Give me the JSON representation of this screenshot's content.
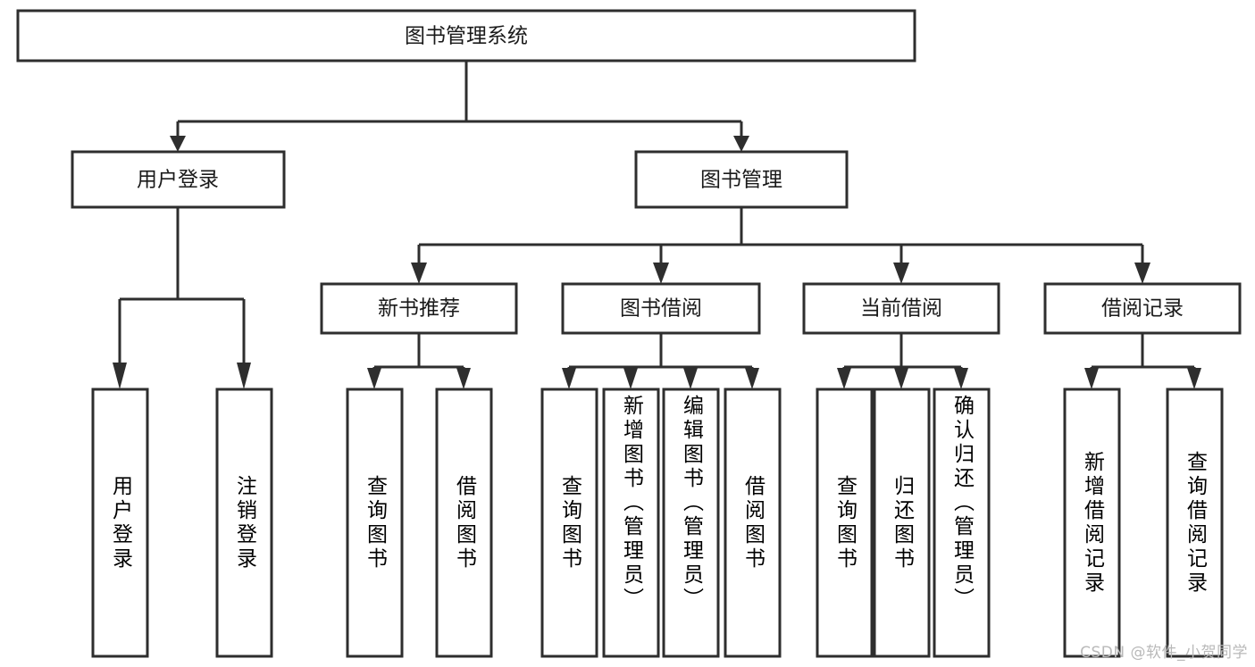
{
  "diagram": {
    "title": "图书管理系统",
    "type": "hierarchy-tree",
    "watermark": "CSDN @软件_小贺同学",
    "colors": {
      "stroke": "#2e2e2e",
      "fill": "#ffffff",
      "text": "#1a1a1a",
      "watermark": "#b9b9b9"
    },
    "root": {
      "label": "图书管理系统"
    },
    "level1": [
      {
        "label": "用户登录"
      },
      {
        "label": "图书管理"
      }
    ],
    "level2": [
      {
        "label": "新书推荐"
      },
      {
        "label": "图书借阅"
      },
      {
        "label": "当前借阅"
      },
      {
        "label": "借阅记录"
      }
    ],
    "leaves": {
      "user_login": [
        {
          "label": "用户登录"
        },
        {
          "label": "注销登录"
        }
      ],
      "new_book_recommend": [
        {
          "label": "查询图书"
        },
        {
          "label": "借阅图书"
        }
      ],
      "book_borrow": [
        {
          "label": "查询图书"
        },
        {
          "label": "新增图书（管理员）"
        },
        {
          "label": "编辑图书（管理员）"
        },
        {
          "label": "借阅图书"
        }
      ],
      "current_borrow": [
        {
          "label": "查询图书"
        },
        {
          "label": "归还图书"
        },
        {
          "label": "确认归还（管理员）"
        }
      ],
      "borrow_record": [
        {
          "label": "新增借阅记录"
        },
        {
          "label": "查询借阅记录"
        }
      ]
    }
  }
}
